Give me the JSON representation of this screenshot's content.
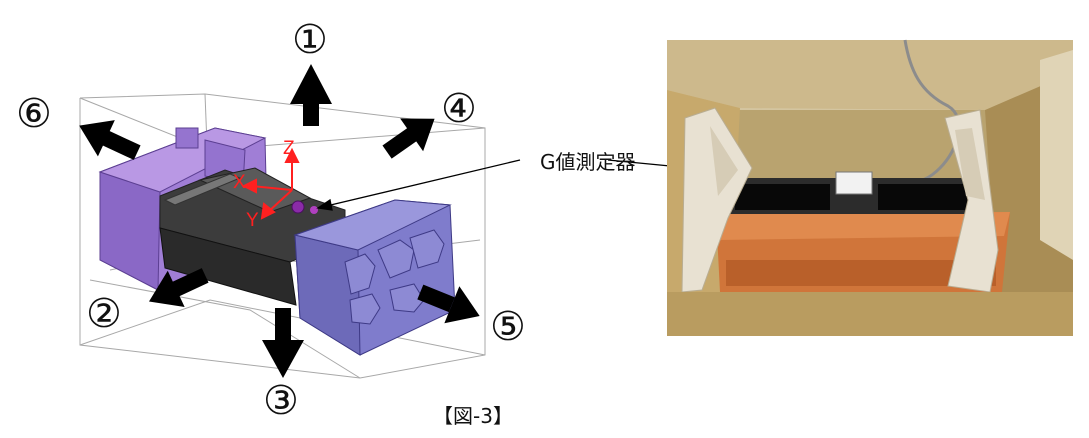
{
  "directions": [
    {
      "id": "1",
      "label": "①"
    },
    {
      "id": "2",
      "label": "②"
    },
    {
      "id": "3",
      "label": "③"
    },
    {
      "id": "4",
      "label": "④"
    },
    {
      "id": "5",
      "label": "⑤"
    },
    {
      "id": "6",
      "label": "⑥"
    }
  ],
  "axes": {
    "x": "X",
    "y": "Y",
    "z": "Z"
  },
  "gauge_label": "G値測定器",
  "caption": "【図-3】",
  "colors": {
    "foam": "#a07ed6",
    "foam_dark": "#7e5fb8",
    "foam_blue": "#7f7ccc",
    "arrow": "#000000",
    "axis": "#ff2020",
    "cardboard": "#c4a46a",
    "photo_bg": "#b8a06c"
  }
}
